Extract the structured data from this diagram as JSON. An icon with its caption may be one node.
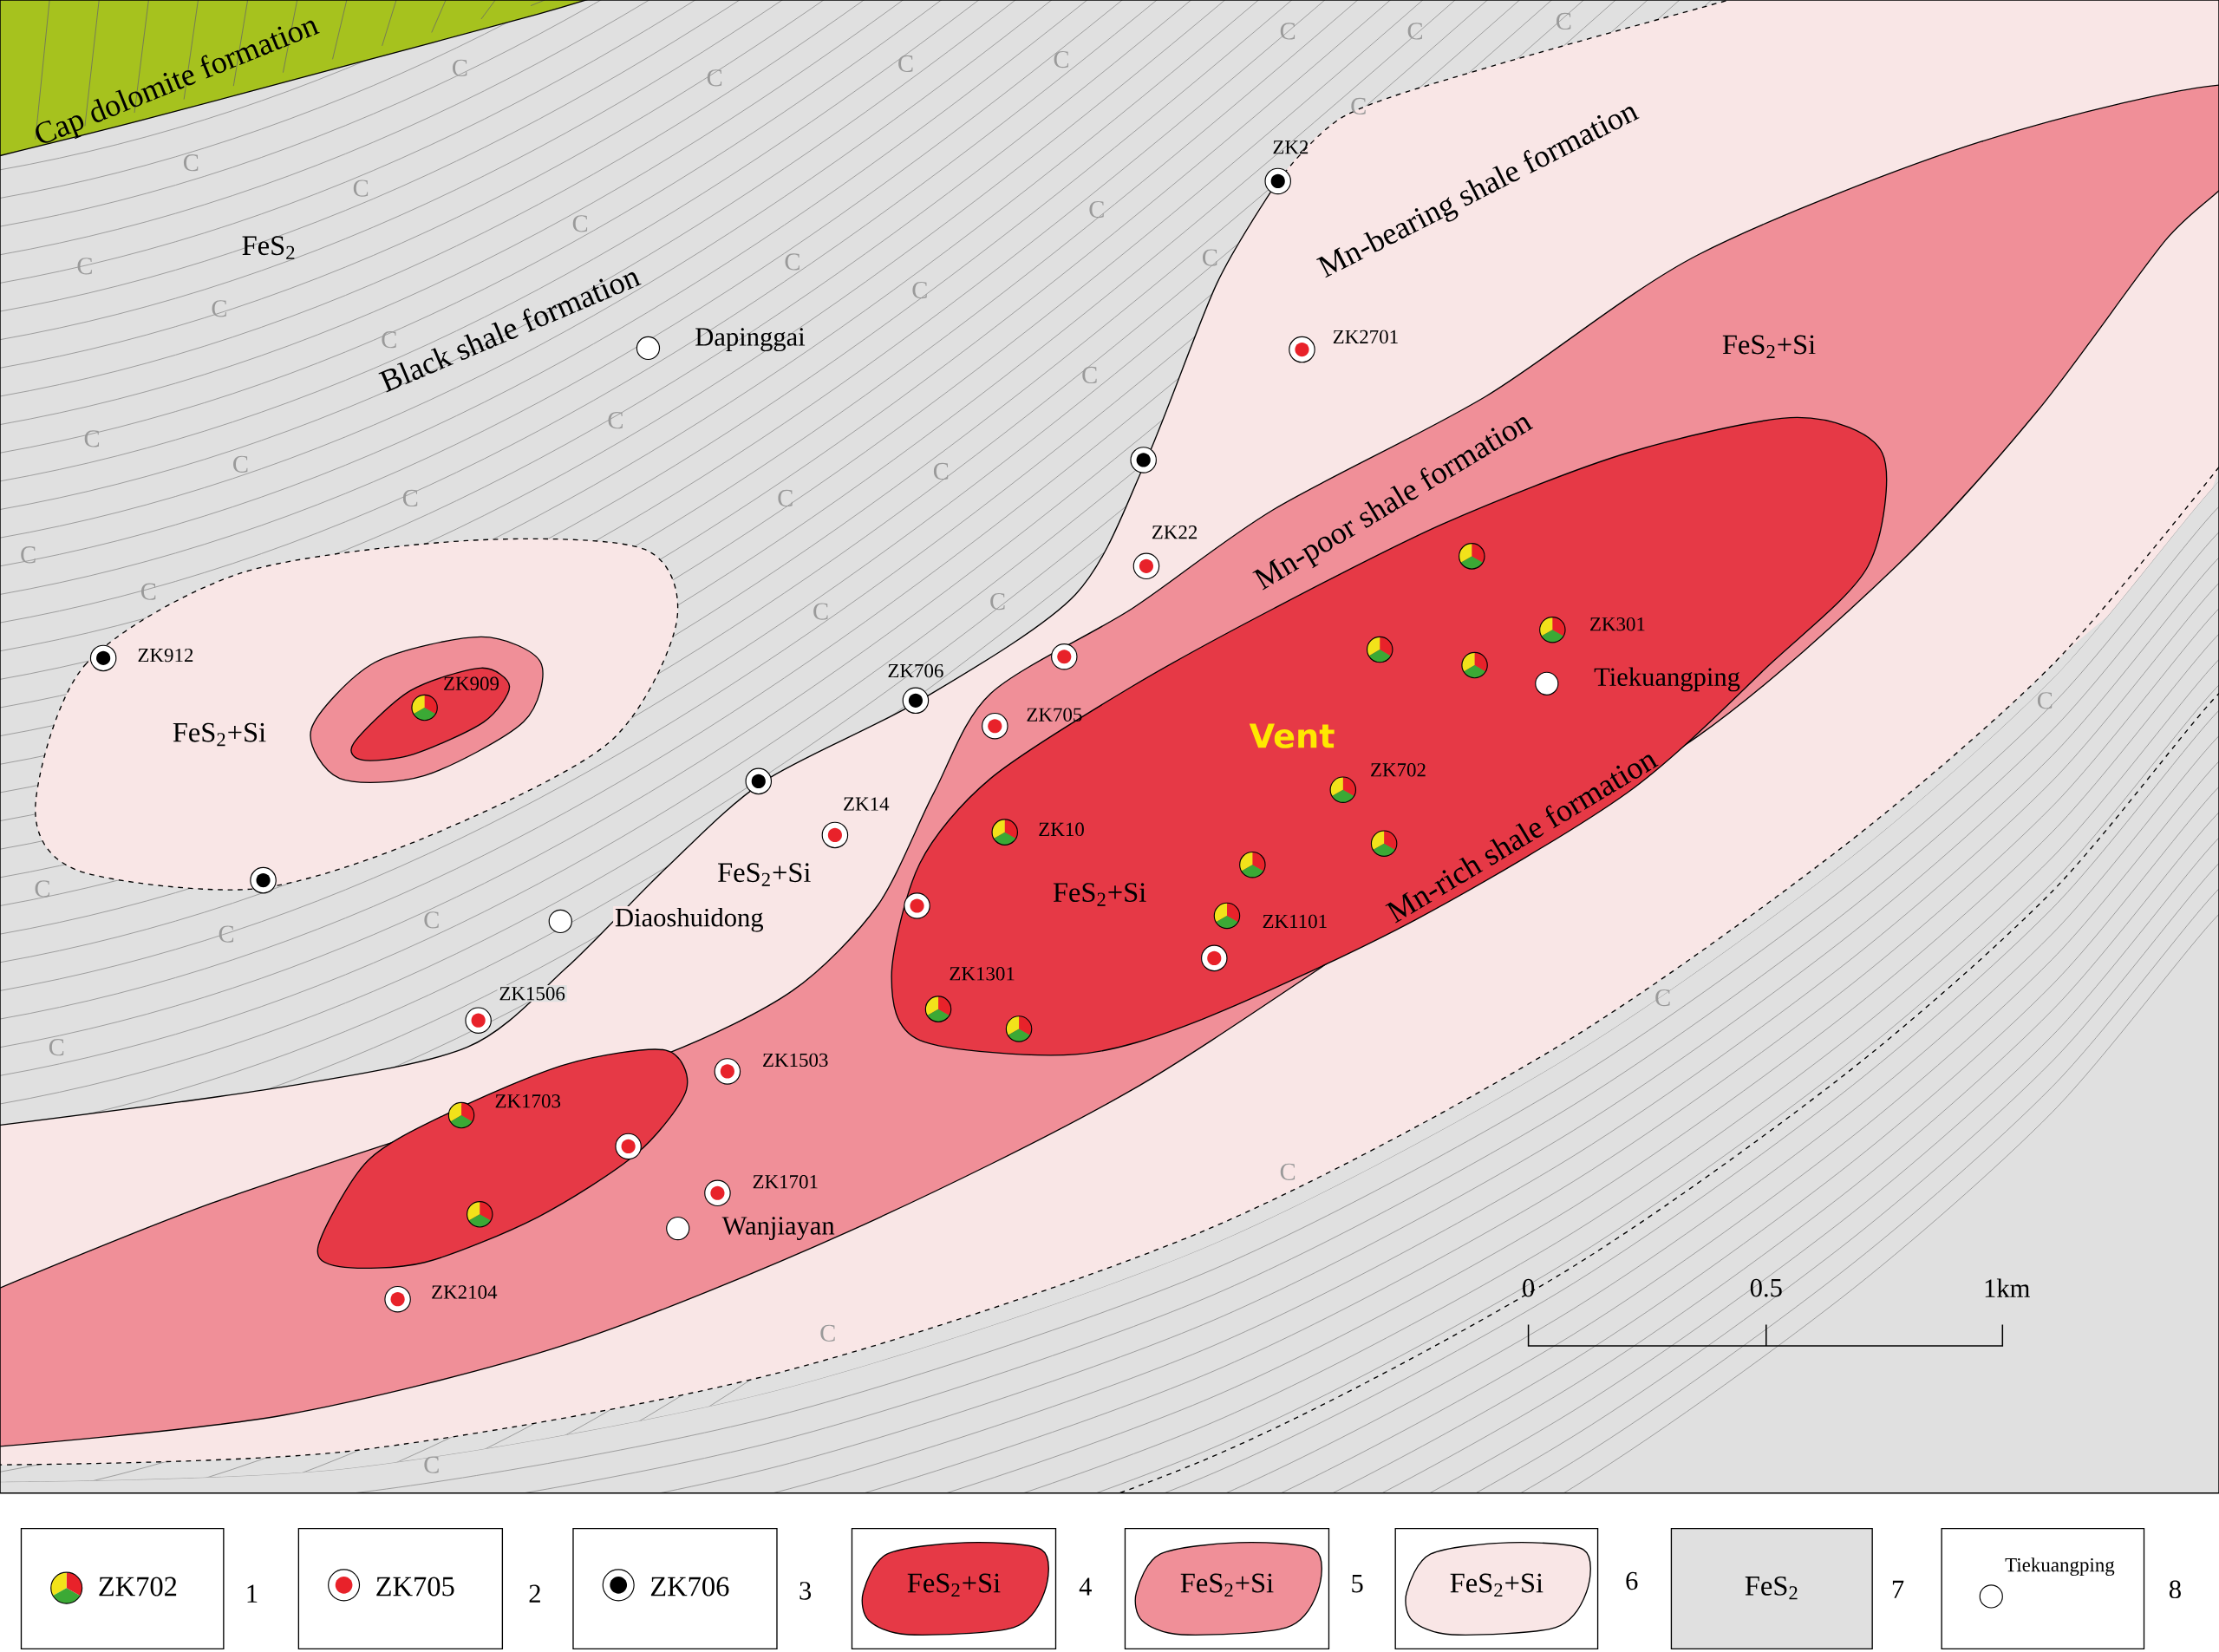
{
  "diagram": {
    "labels": [
      "Cap dolomite formation",
      "FeS$_{2}$",
      "Black shale formation",
      "Dapinggai",
      "ZK2",
      "Mn-bearing shale formation",
      "ZK2701",
      "FeS$_{2}$+Si",
      "Mn-poor shale formation",
      "ZK22",
      "ZK912",
      "ZK909",
      "FeS$_{2}$+Si",
      "ZK706",
      "ZK705",
      "ZK301",
      "Tiekuangping",
      "Vent",
      "ZK702",
      "Mn-rich shale formation",
      "ZK14",
      "FeS$_{2}$+Si",
      "ZK10",
      "FeS$_{2}$+Si",
      "Diaoshuidong",
      "ZK1101",
      "ZK1301",
      "ZK1506",
      "ZK1503",
      "ZK1703",
      "ZK1701",
      "Wanjiayan",
      "ZK2104",
      "0",
      "0.5",
      "1km",
      "1",
      "2",
      "3",
      "4",
      "5",
      "6",
      "7",
      "8",
      "C",
      "C",
      "C",
      "C",
      "C",
      "C",
      "C",
      "C",
      "C",
      "C",
      "C",
      "C",
      "C",
      "C",
      "C",
      "C",
      "C",
      "C",
      "C",
      "C",
      "C",
      "C",
      "C",
      "C",
      "C",
      "C",
      "C",
      "C",
      "C",
      "C",
      "C",
      "C",
      "C",
      "C",
      "C",
      "C",
      "C",
      "C"
    ],
    "legend": [
      {
        "text": "ZK702"
      },
      {
        "text": "ZK705"
      },
      {
        "text": "ZK706"
      },
      {
        "text": "FeS$_{2}$+Si",
        "color": "#e63946"
      },
      {
        "text": "FeS$_{2}$+Si",
        "color": "#f08f98"
      },
      {
        "text": "FeS$_{2}$+Si",
        "color": "#f9e6e6"
      },
      {
        "text": "FeS$_{2}$",
        "color": "#e0e0e0"
      },
      {
        "text": "Tiekuangping"
      }
    ]
  }
}
